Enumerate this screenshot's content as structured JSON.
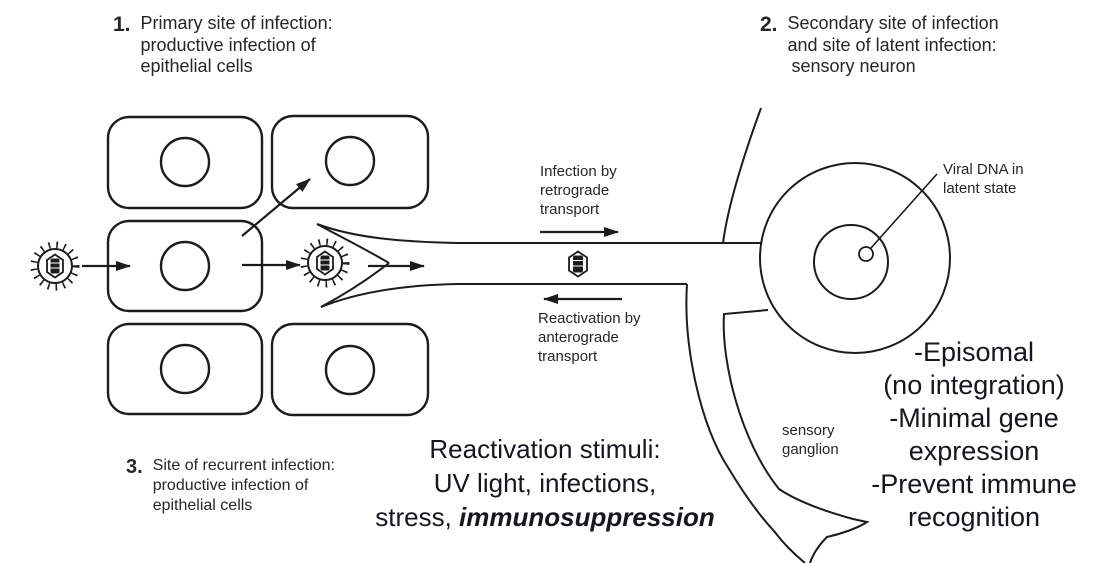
{
  "colors": {
    "line": "#1c1c1c",
    "scan-text": "#262626",
    "overlay-text": "#16161f",
    "bg": "#ffffff"
  },
  "icons": {
    "virion": "enveloped-virion-icon (spiked circle with hexagonal capsid)",
    "capsid": "naked-capsid-icon (hexagon with dark core)",
    "arrow": "solid black arrowhead"
  },
  "labels": {
    "step1": {
      "number": "1.",
      "lines": [
        "Primary site of infection:",
        "productive infection of",
        "epithelial cells"
      ]
    },
    "step2": {
      "number": "2.",
      "lines": [
        "Secondary site of infection",
        "and site of latent infection:",
        "sensory neuron"
      ]
    },
    "step3": {
      "number": "3.",
      "lines": [
        "Site of recurrent infection:",
        "productive infection of",
        "epithelial cells"
      ]
    },
    "retrograde_transport": {
      "lines": [
        "Infection by",
        "retrograde",
        "transport"
      ]
    },
    "anterograde_transport": {
      "lines": [
        "Reactivation by",
        "anterograde",
        "transport"
      ]
    },
    "viral_dna": {
      "lines": [
        "Viral DNA in",
        "latent state"
      ]
    },
    "sensory_ganglion": {
      "lines": [
        "sensory",
        "ganglion"
      ]
    },
    "reactivation_stimuli": {
      "line1": "Reactivation stimuli:",
      "line2": "UV light, infections,",
      "line3_prefix": "stress, ",
      "line3_emphasis": "immunosuppression"
    },
    "latency_features": {
      "lines": [
        "-Episomal",
        "(no integration)",
        "-Minimal gene",
        "expression",
        "-Prevent immune",
        "recognition"
      ]
    }
  }
}
